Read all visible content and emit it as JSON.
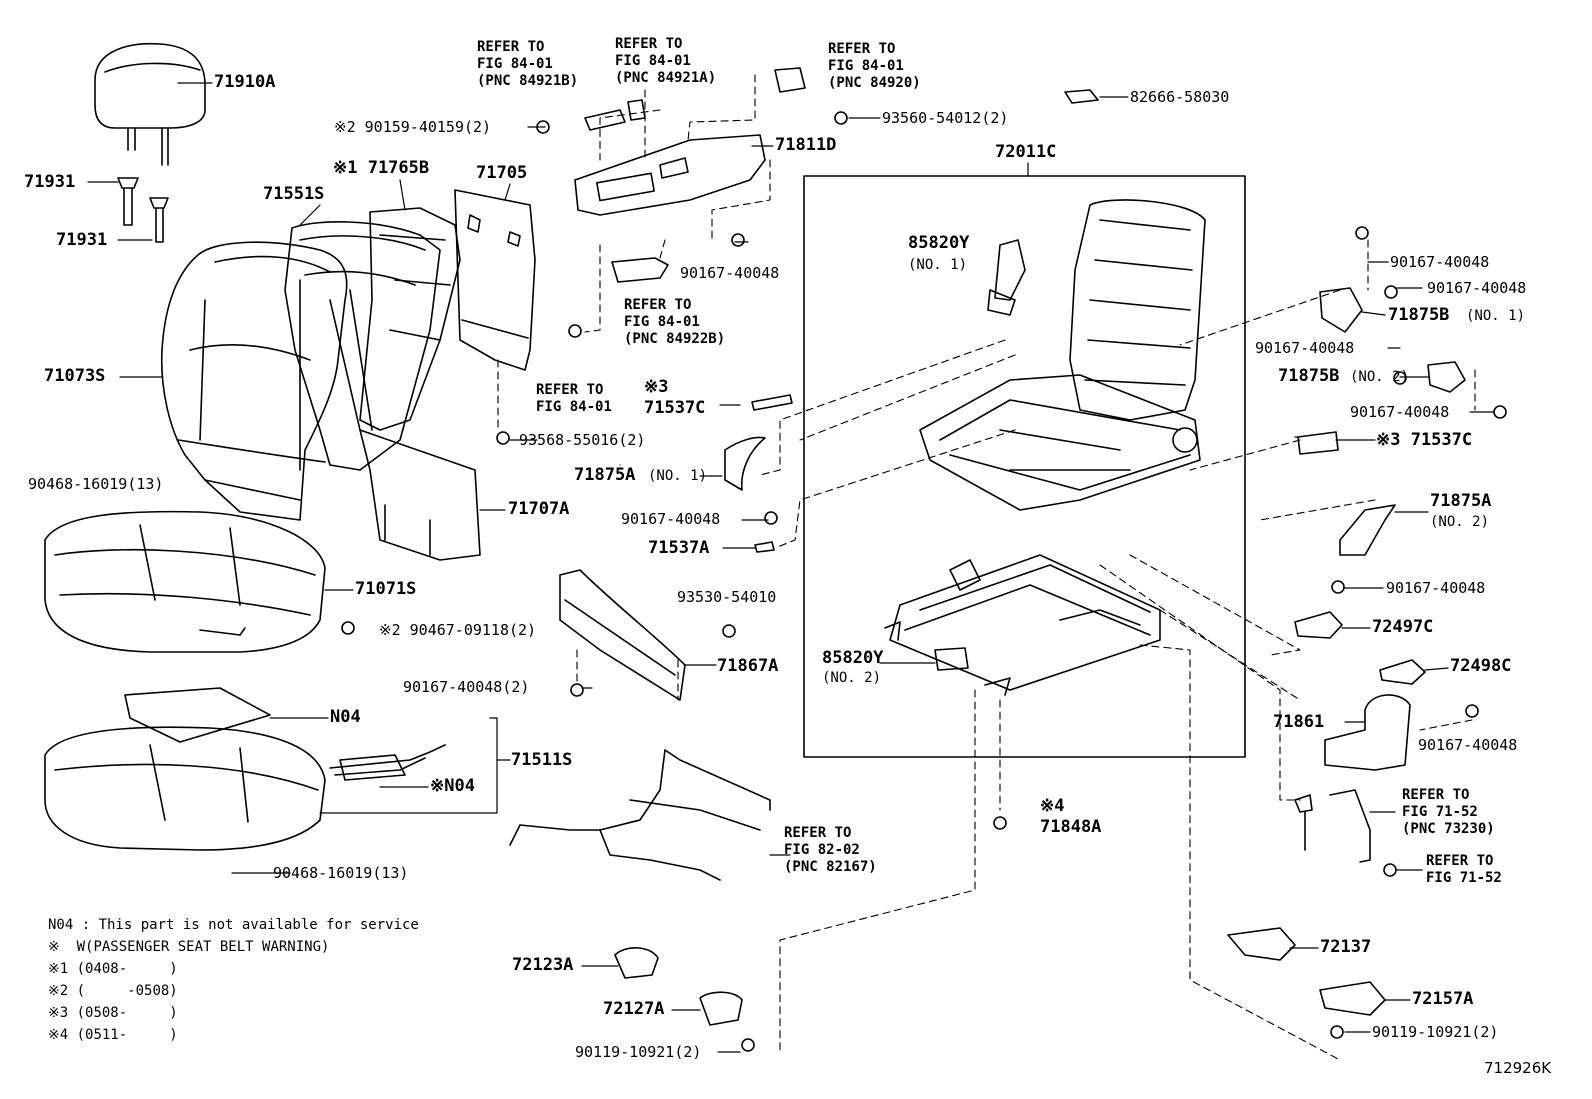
{
  "diagram_id": "712926K",
  "callouts": [
    {
      "id": "c71910a",
      "text": "71910A"
    },
    {
      "id": "c71931a",
      "text": "71931"
    },
    {
      "id": "c71931b",
      "text": "71931"
    },
    {
      "id": "c71765b",
      "text": "※1 71765B"
    },
    {
      "id": "c71551s",
      "text": "71551S"
    },
    {
      "id": "c71705",
      "text": "71705"
    },
    {
      "id": "c71073s",
      "text": "71073S"
    },
    {
      "id": "c90468a",
      "text": "90468-16019(13)"
    },
    {
      "id": "c71707a",
      "text": "71707A"
    },
    {
      "id": "c71071s",
      "text": "71071S"
    },
    {
      "id": "c90467",
      "text": "※2 90467-09118(2)"
    },
    {
      "id": "cN04",
      "text": "N04"
    },
    {
      "id": "c71511s",
      "text": "71511S"
    },
    {
      "id": "cxN04",
      "text": "※N04"
    },
    {
      "id": "c90468b",
      "text": "90468-16019(13)"
    },
    {
      "id": "cref1",
      "text": "REFER TO\nFIG 84-01\n(PNC 84921B)"
    },
    {
      "id": "cref2",
      "text": "REFER TO\nFIG 84-01\n(PNC 84921A)"
    },
    {
      "id": "c90159",
      "text": "※2 90159-40159(2)"
    },
    {
      "id": "c71811d",
      "text": "71811D"
    },
    {
      "id": "c90167a",
      "text": "90167-40048"
    },
    {
      "id": "cref3",
      "text": "REFER TO\nFIG 84-01\n(PNC 84922B)"
    },
    {
      "id": "cref4",
      "text": "REFER TO\nFIG 84-01"
    },
    {
      "id": "c71537c_a",
      "text": "※3\n71537C"
    },
    {
      "id": "c93568",
      "text": "93568-55016(2)"
    },
    {
      "id": "c71875a1",
      "text": "71875A"
    },
    {
      "id": "c71875a1n",
      "text": "(NO. 1)"
    },
    {
      "id": "c90167b",
      "text": "90167-40048"
    },
    {
      "id": "c71537a",
      "text": "71537A"
    },
    {
      "id": "c93530",
      "text": "93530-54010"
    },
    {
      "id": "c90167c",
      "text": "90167-40048(2)"
    },
    {
      "id": "c71867a",
      "text": "71867A"
    },
    {
      "id": "cref5",
      "text": "REFER TO\nFIG 84-01\n(PNC 84920)"
    },
    {
      "id": "c93560",
      "text": "93560-54012(2)"
    },
    {
      "id": "c82666",
      "text": "82666-58030"
    },
    {
      "id": "c72011c",
      "text": "72011C"
    },
    {
      "id": "c85820y1",
      "text": "85820Y"
    },
    {
      "id": "c85820y1n",
      "text": "(NO. 1)"
    },
    {
      "id": "c85820y2",
      "text": "85820Y"
    },
    {
      "id": "c85820y2n",
      "text": "(NO. 2)"
    },
    {
      "id": "c71848a",
      "text": "※4\n71848A"
    },
    {
      "id": "cref6",
      "text": "REFER TO\nFIG 82-02\n(PNC 82167)"
    },
    {
      "id": "c72123a",
      "text": "72123A"
    },
    {
      "id": "c72127a",
      "text": "72127A"
    },
    {
      "id": "c90119a",
      "text": "90119-10921(2)"
    },
    {
      "id": "c90167d",
      "text": "90167-40048"
    },
    {
      "id": "c90167e",
      "text": "90167-40048"
    },
    {
      "id": "c71875b1",
      "text": "71875B"
    },
    {
      "id": "c71875b1n",
      "text": "(NO. 1)"
    },
    {
      "id": "c90167f",
      "text": "90167-40048"
    },
    {
      "id": "c71875b2",
      "text": "71875B"
    },
    {
      "id": "c71875b2n",
      "text": "(NO. 2)"
    },
    {
      "id": "c90167g",
      "text": "90167-40048"
    },
    {
      "id": "c71537c_b",
      "text": "※3 71537C"
    },
    {
      "id": "c71875a2",
      "text": "71875A"
    },
    {
      "id": "c71875a2n",
      "text": "(NO. 2)"
    },
    {
      "id": "c90167h",
      "text": "90167-40048"
    },
    {
      "id": "c72497c",
      "text": "72497C"
    },
    {
      "id": "c72498c",
      "text": "72498C"
    },
    {
      "id": "c71861",
      "text": "71861"
    },
    {
      "id": "c90167i",
      "text": "90167-40048"
    },
    {
      "id": "cref7",
      "text": "REFER TO\nFIG 71-52\n(PNC 73230)"
    },
    {
      "id": "cref8",
      "text": "REFER TO\nFIG 71-52"
    },
    {
      "id": "c72137",
      "text": "72137"
    },
    {
      "id": "c72157a",
      "text": "72157A"
    },
    {
      "id": "c90119b",
      "text": "90119-10921(2)"
    }
  ],
  "footnotes": [
    "N04 : This part is not available for service",
    "※  W(PASSENGER SEAT BELT WARNING)",
    "※1 (0408-     )",
    "※2 (     -0508)",
    "※3 (0508-     )",
    "※4 (0511-     )"
  ]
}
